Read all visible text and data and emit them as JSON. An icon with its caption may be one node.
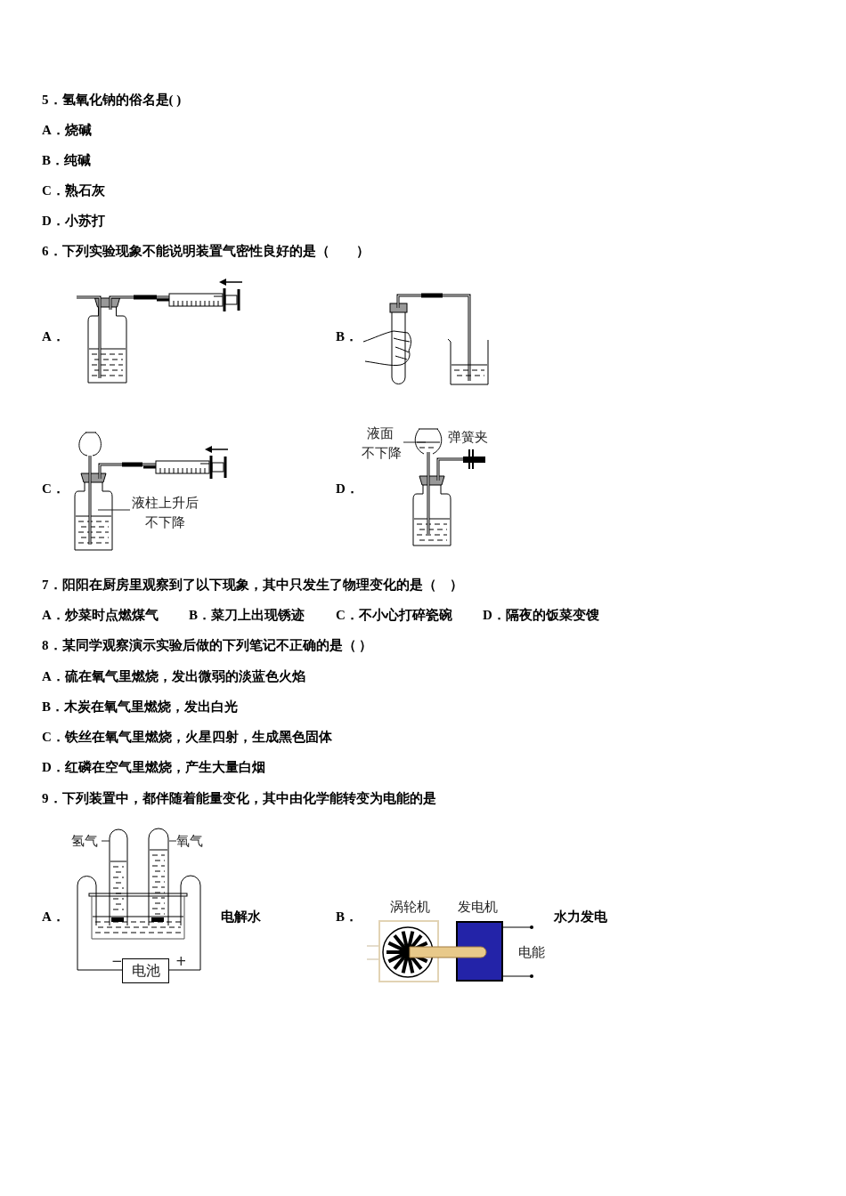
{
  "diagram": {
    "nodes": [
      {
        "text": [
          "液柱上升后不下降"
        ]
      },
      {
        "text": [
          "液面不下降"
        ]
      },
      {
        "text": [
          "氢气"
        ]
      },
      {
        "text": [
          "氧气"
        ]
      },
      {
        "text": [
          "电池"
        ],
        "beside": [
          "−",
          "+"
        ]
      },
      {
        "text": [
          "涡轮机"
        ]
      },
      {
        "text": [
          "发电机"
        ]
      }
    ],
    "edges": [
      {
        "from": 0,
        "to": null,
        "arrow": "none"
      },
      {
        "from": 1,
        "to": null,
        "arrow": "none"
      },
      {
        "from": 2,
        "to": null,
        "arrow": "none"
      },
      {
        "from": 3,
        "to": null,
        "arrow": "none"
      }
    ],
    "labels": [
      "5．氢氧化钠的俗名是( )",
      "A．烧碱",
      "B．纯碱",
      "C．熟石灰",
      "D．小苏打",
      "6．下列实验现象不能说明装置气密性良好的是（　　）",
      "A．",
      "B．",
      "C．",
      "D．",
      "弹簧夹",
      "7．阳阳在厨房里观察到了以下现象，其中只发生了物理变化的是（　）",
      "A．炒菜时点燃煤气",
      "B．菜刀上出现锈迹",
      "C．不小心打碎瓷碗",
      "D．隔夜的饭菜变馊",
      "8．某同学观察演示实验后做的下列笔记不正确的是（ ）",
      "A．硫在氧气里燃烧，发出微弱的淡蓝色火焰",
      "B．木炭在氧气里燃烧，发出白光",
      "C．铁丝在氧气里燃烧，火星四射，生成黑色固体",
      "D．红磷在空气里燃烧，产生大量白烟",
      "9．下列装置中，都伴随着能量变化，其中由化学能转变为电能的是",
      "A．",
      "电解水",
      "B．",
      "水力发电",
      "电能"
    ]
  }
}
